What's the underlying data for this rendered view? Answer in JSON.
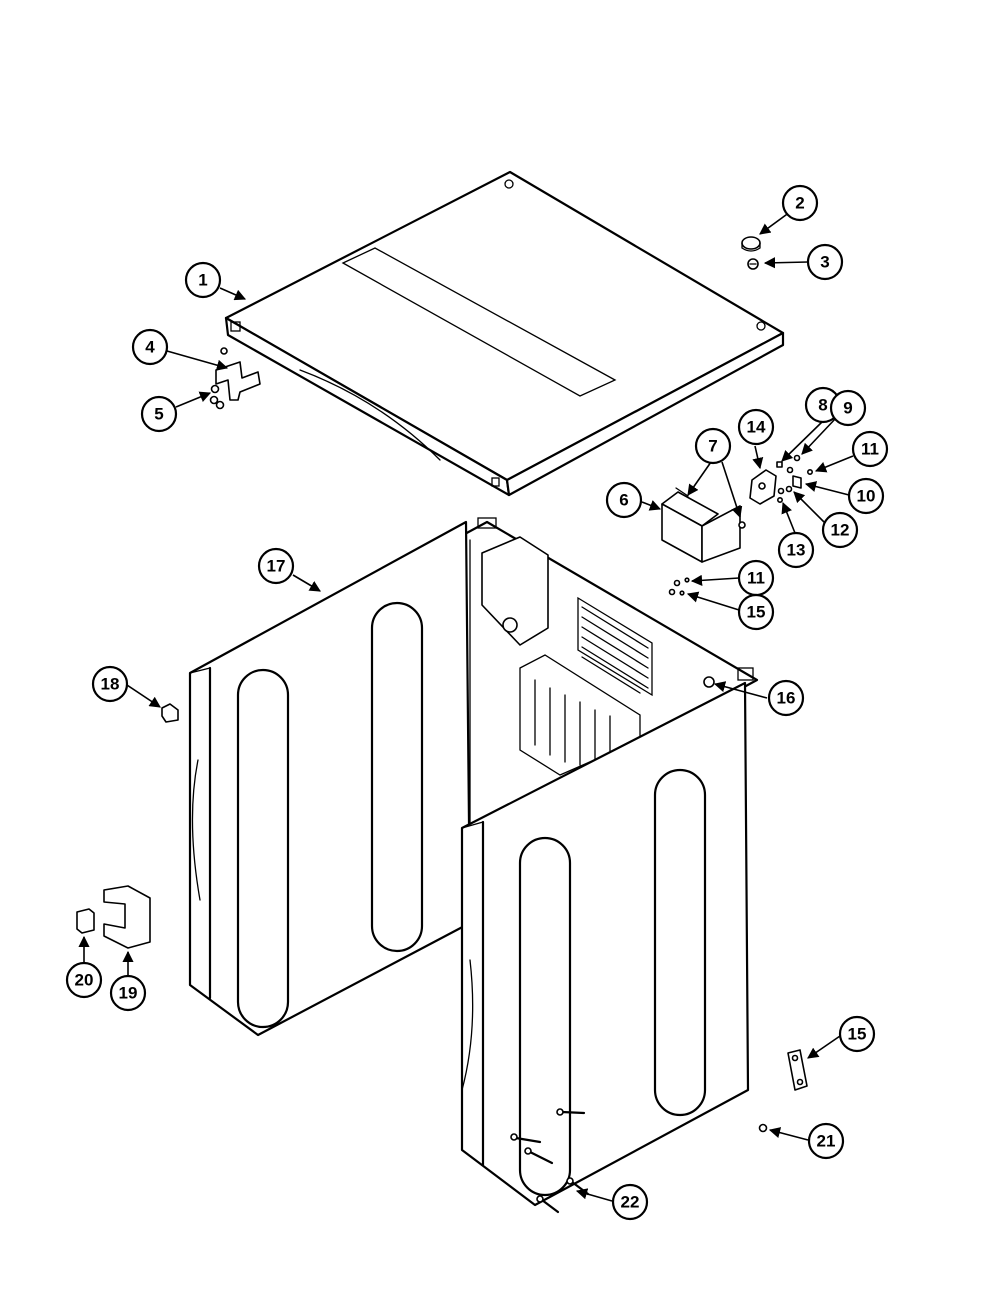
{
  "callouts": {
    "c1": "1",
    "c2": "2",
    "c3": "3",
    "c4": "4",
    "c5": "5",
    "c6": "6",
    "c7": "7",
    "c8": "8",
    "c9": "9",
    "c10": "10",
    "c11a": "11",
    "c11b": "11",
    "c12": "12",
    "c13": "13",
    "c14": "14",
    "c15a": "15",
    "c15b": "15",
    "c16": "16",
    "c17": "17",
    "c18": "18",
    "c19": "19",
    "c20": "20",
    "c21": "21",
    "c22": "22"
  }
}
